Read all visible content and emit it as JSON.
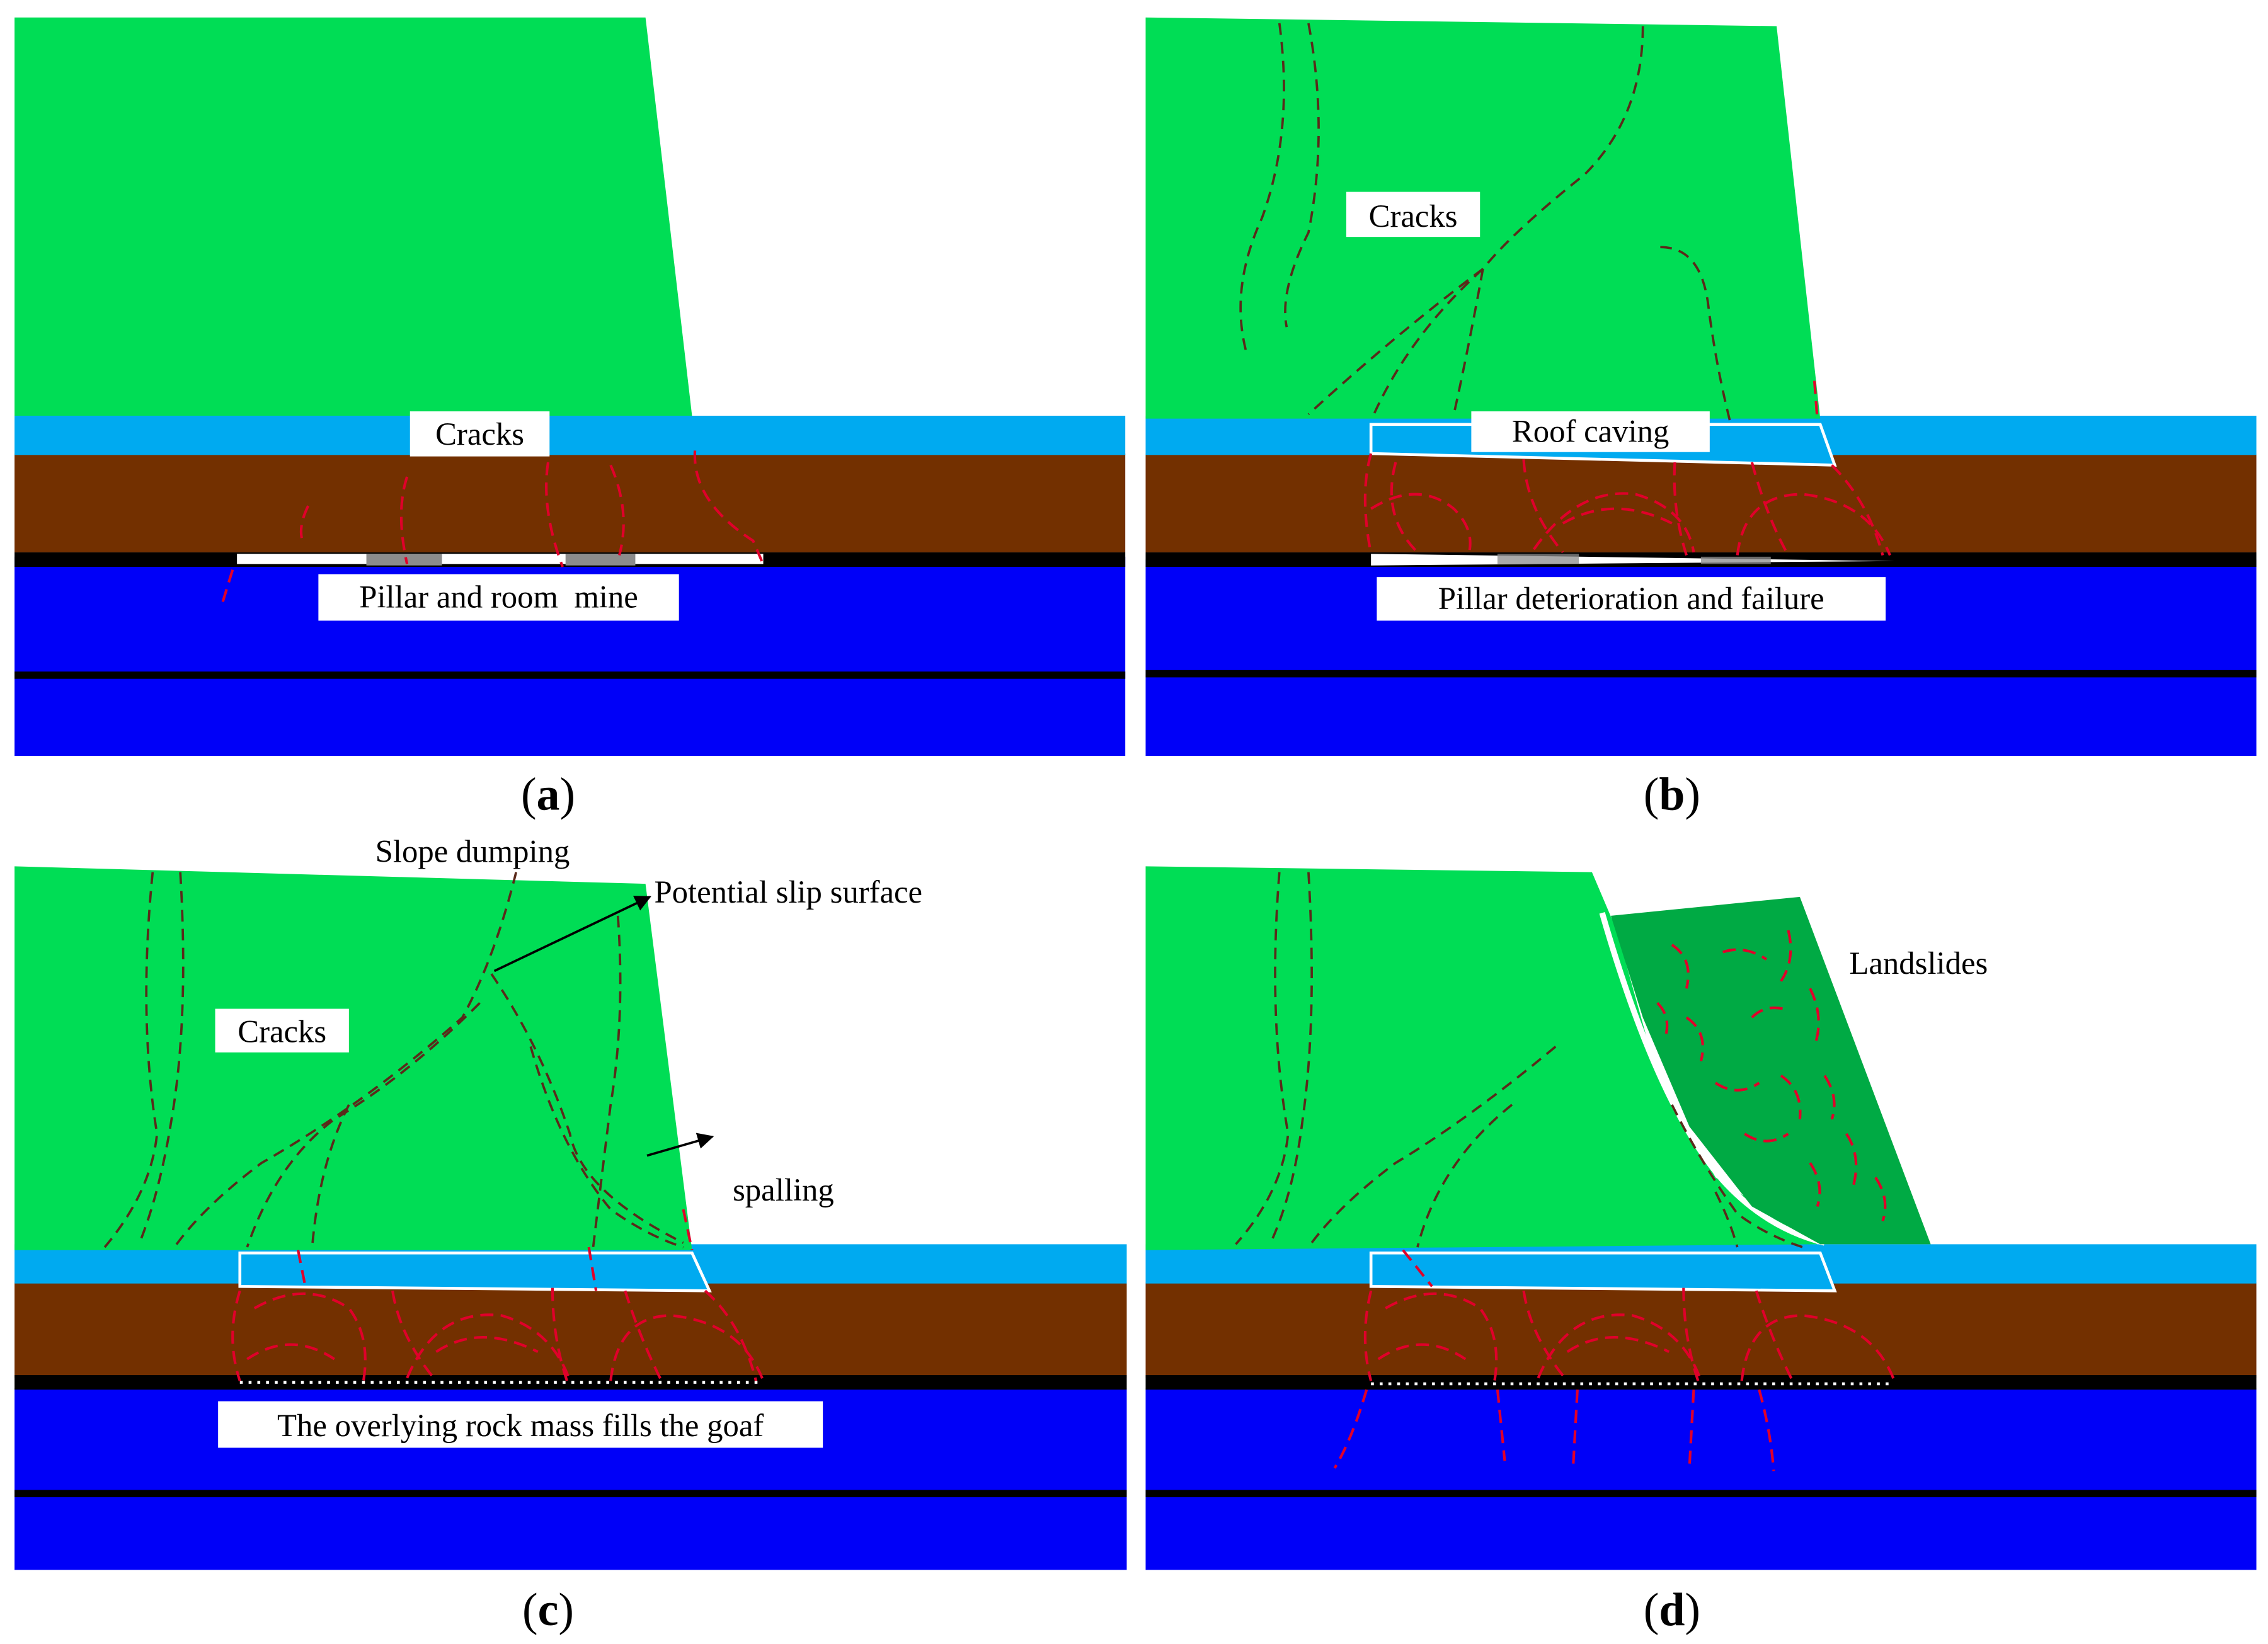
{
  "colors": {
    "slope": "#00DD55",
    "landslide": "#00AA44",
    "aquifer": "#00AAF0",
    "clay": "#733000",
    "bedrock": "#0000F8",
    "coal_seam": "#000000",
    "crack_red": "#E0002A",
    "crack_dark": "#5A2A1A",
    "pillar": "#8C8C8C",
    "label_bg": "#FFFFFF"
  },
  "panels": [
    {
      "id": "a",
      "caption_letter": "a",
      "labels": {
        "cracks": "Cracks",
        "mine": "Pillar and room  mine"
      }
    },
    {
      "id": "b",
      "caption_letter": "b",
      "labels": {
        "cracks": "Cracks",
        "roof": "Roof caving",
        "pillar": "Pillar deterioration and failure"
      }
    },
    {
      "id": "c",
      "caption_letter": "c",
      "labels": {
        "cracks": "Cracks",
        "dumping": "Slope dumping",
        "slip": "Potential slip surface",
        "spalling": "spalling",
        "goaf": "The overlying rock mass fills the goaf"
      }
    },
    {
      "id": "d",
      "caption_letter": "d",
      "labels": {
        "landslides": "Landslides"
      }
    }
  ],
  "icons": [
    "arrow-icon"
  ]
}
